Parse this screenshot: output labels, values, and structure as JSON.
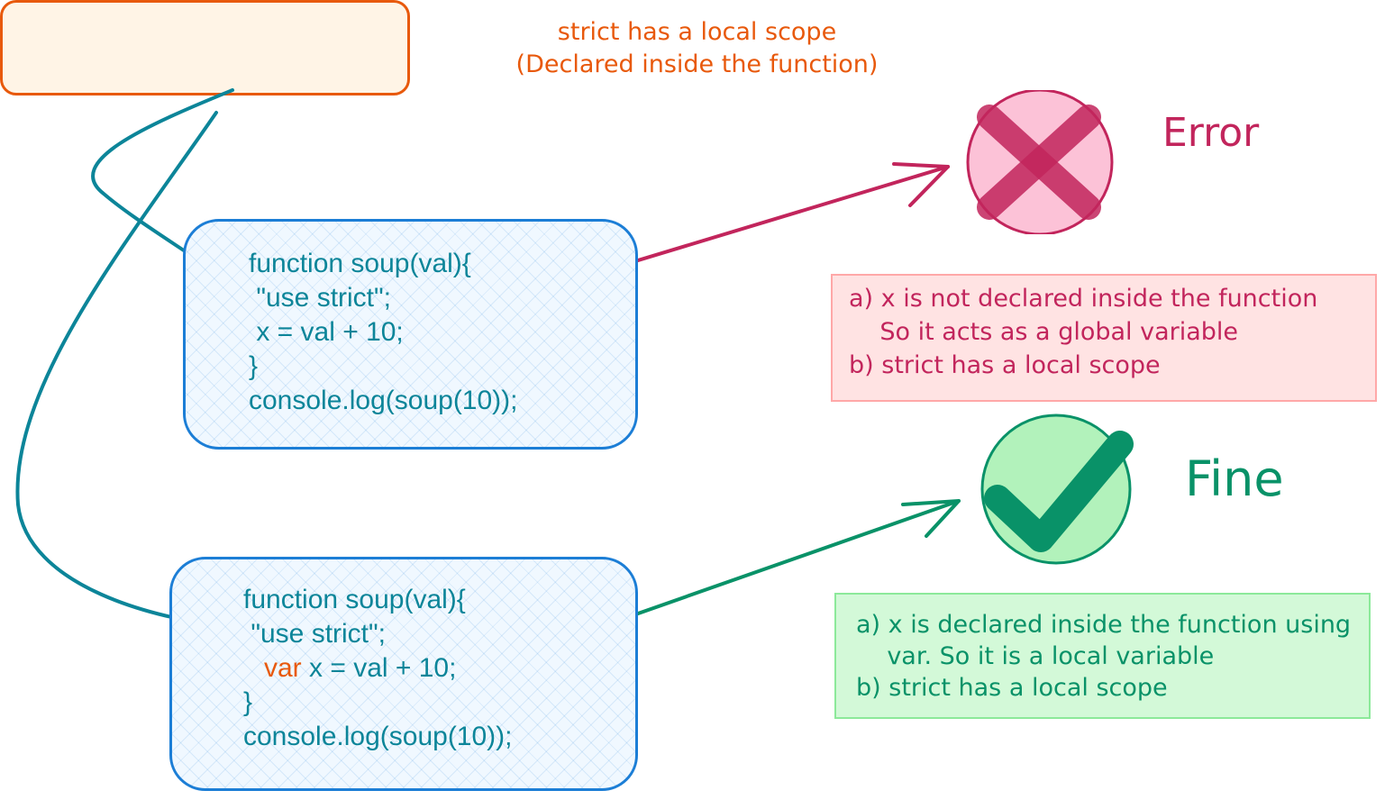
{
  "scope_note": {
    "line1": "strict has a local scope",
    "line2": "(Declared inside the function)"
  },
  "code_block_1": {
    "lines": [
      "function soup(val){",
      " \"use strict\";",
      " x = val + 10;",
      "}",
      "console.log(soup(10));"
    ]
  },
  "code_block_2": {
    "line1": "function soup(val){",
    "line2": " \"use strict\";",
    "line3_keyword": "var",
    "line3_rest": " x = val + 10;",
    "line4": "}",
    "line5": "console.log(soup(10));"
  },
  "error": {
    "label": "Error",
    "notes": [
      "a) x is not declared inside the function",
      "    So it acts as a global variable",
      "b) strict has a local scope"
    ]
  },
  "fine": {
    "label": "Fine",
    "notes": [
      "a) x is declared inside the function using",
      "    var. So it is a local variable",
      "b) strict has a local scope"
    ]
  },
  "colors": {
    "scope_note": "#e8590c",
    "code": "#0c8599",
    "code_box_border": "#1c7ed6",
    "error": "#c2255c",
    "error_fill": "#ffe3e3",
    "fine": "#099268",
    "fine_fill": "#d3f9d8",
    "keyword": "#e8590c"
  },
  "icons": {
    "error": "x-mark-icon",
    "fine": "check-mark-icon"
  }
}
